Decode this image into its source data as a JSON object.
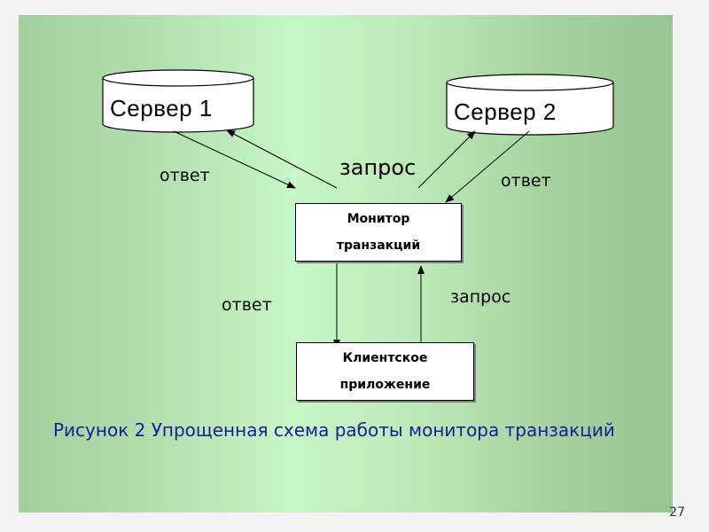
{
  "nodes": {
    "server1": "Сервер 1",
    "server2": "Сервер 2",
    "monitor": [
      "Монитор",
      "транзакций"
    ],
    "client": [
      "Клиентское",
      "приложение"
    ]
  },
  "edges": {
    "server1_response": "ответ",
    "server_request": "запрос",
    "server2_response": "ответ",
    "client_response": "ответ",
    "client_request": "запрос"
  },
  "caption": "Рисунок 2 Упрощенная схема работы монитора транзакций",
  "page_number": "27"
}
